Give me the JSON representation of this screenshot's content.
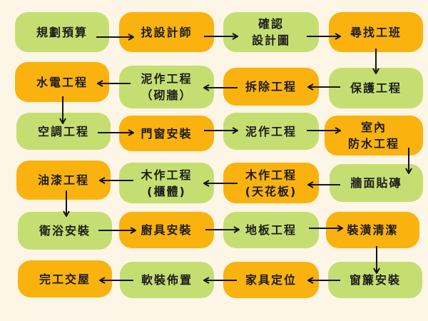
{
  "colors": {
    "background": "#fdf5e5",
    "green": "#c5de72",
    "orange": "#fab20f",
    "text": "#1c1c1c",
    "arrow": "#141414"
  },
  "steps": [
    {
      "lines": [
        "規劃預算"
      ],
      "color": "green"
    },
    {
      "lines": [
        "找設計師"
      ],
      "color": "orange"
    },
    {
      "lines": [
        "確認",
        "設計圖"
      ],
      "color": "green"
    },
    {
      "lines": [
        "尋找工班"
      ],
      "color": "orange"
    },
    {
      "lines": [
        "保護工程"
      ],
      "color": "green"
    },
    {
      "lines": [
        "拆除工程"
      ],
      "color": "orange"
    },
    {
      "lines": [
        "泥作工程",
        "（砌牆）"
      ],
      "color": "green"
    },
    {
      "lines": [
        "水電工程"
      ],
      "color": "orange"
    },
    {
      "lines": [
        "空調工程"
      ],
      "color": "green"
    },
    {
      "lines": [
        "門窗安裝"
      ],
      "color": "orange"
    },
    {
      "lines": [
        "泥作工程"
      ],
      "color": "green"
    },
    {
      "lines": [
        "室內",
        "防水工程"
      ],
      "color": "orange"
    },
    {
      "lines": [
        "牆面貼磚"
      ],
      "color": "green"
    },
    {
      "lines": [
        "木作工程",
        "(天花板)"
      ],
      "color": "orange"
    },
    {
      "lines": [
        "木作工程",
        "(櫃體)"
      ],
      "color": "green"
    },
    {
      "lines": [
        "油漆工程"
      ],
      "color": "orange"
    },
    {
      "lines": [
        "衛浴安裝"
      ],
      "color": "green"
    },
    {
      "lines": [
        "廚具安裝"
      ],
      "color": "orange"
    },
    {
      "lines": [
        "地板工程"
      ],
      "color": "green"
    },
    {
      "lines": [
        "裝潢清潔"
      ],
      "color": "orange"
    },
    {
      "lines": [
        "窗簾安裝"
      ],
      "color": "green"
    },
    {
      "lines": [
        "家具定位"
      ],
      "color": "orange"
    },
    {
      "lines": [
        "軟裝佈置"
      ],
      "color": "green"
    },
    {
      "lines": [
        "完工交屋"
      ],
      "color": "orange"
    }
  ],
  "flow": [
    {
      "from": 1,
      "to": 2
    },
    {
      "from": 2,
      "to": 3
    },
    {
      "from": 3,
      "to": 4
    },
    {
      "from": 4,
      "to": 5
    },
    {
      "from": 5,
      "to": 6
    },
    {
      "from": 6,
      "to": 7
    },
    {
      "from": 7,
      "to": 8
    },
    {
      "from": 8,
      "to": 9
    },
    {
      "from": 9,
      "to": 10
    },
    {
      "from": 10,
      "to": 11
    },
    {
      "from": 11,
      "to": 12
    },
    {
      "from": 12,
      "to": 13
    },
    {
      "from": 13,
      "to": 14
    },
    {
      "from": 14,
      "to": 15
    },
    {
      "from": 15,
      "to": 16
    },
    {
      "from": 16,
      "to": 17
    },
    {
      "from": 17,
      "to": 18
    },
    {
      "from": 18,
      "to": 19
    },
    {
      "from": 19,
      "to": 20
    },
    {
      "from": 20,
      "to": 21
    },
    {
      "from": 21,
      "to": 22
    },
    {
      "from": 22,
      "to": 23
    },
    {
      "from": 23,
      "to": 24
    }
  ]
}
